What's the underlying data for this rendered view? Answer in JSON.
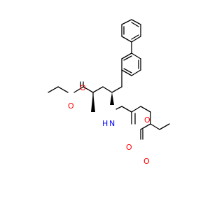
{
  "diagram": {
    "type": "chemical-structure",
    "colors": {
      "bond": "#000000",
      "oxygen": "#ff0000",
      "nitrogen": "#0000ff",
      "background": "#ffffff"
    },
    "atom_labels": [
      {
        "id": "o-ester-left-carbonyl",
        "element": "O",
        "text": "O"
      },
      {
        "id": "o-ester-left-single",
        "element": "O",
        "text": "O"
      },
      {
        "id": "n-amide",
        "element": "N",
        "text": "N"
      },
      {
        "id": "h-amide",
        "element": "H",
        "text": "H"
      },
      {
        "id": "o-amide-carbonyl",
        "element": "O",
        "text": "O"
      },
      {
        "id": "o-ester-right-carbonyl",
        "element": "O",
        "text": "O"
      },
      {
        "id": "o-ester-right-single",
        "element": "O",
        "text": "O"
      }
    ]
  }
}
